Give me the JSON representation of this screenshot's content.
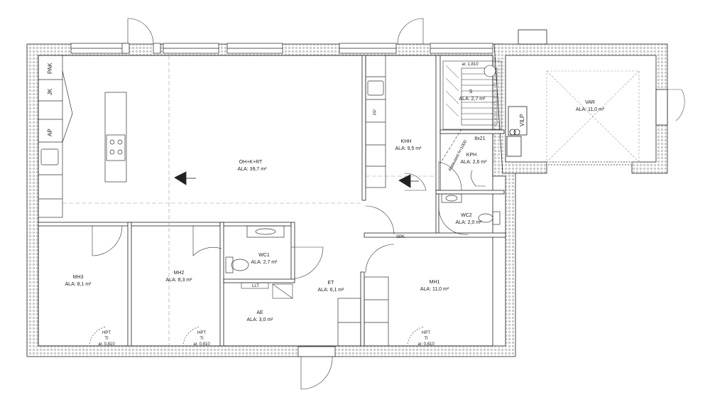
{
  "rooms": {
    "ohkrt": {
      "name": "OH+K+RT",
      "area": "ALA: 39,7 m²"
    },
    "khh": {
      "name": "KHH",
      "area": "ALA: 9,5 m²"
    },
    "s": {
      "name": "S",
      "area": "ALA: 2,7 m²"
    },
    "kph": {
      "name": "KPH",
      "area": "ALA: 2,6 m²"
    },
    "var": {
      "name": "VAR",
      "area": "ALA: 11,0 m²"
    },
    "wc2": {
      "name": "WC2",
      "area": "ALA: 2,0 m²"
    },
    "wc1": {
      "name": "WC1",
      "area": "ALA: 2,7 m²"
    },
    "mh3": {
      "name": "MH3",
      "area": "ALA: 8,1 m²"
    },
    "mh2": {
      "name": "MH2",
      "area": "ALA: 8,3 m²"
    },
    "et": {
      "name": "ET",
      "area": "ALA: 6,1 m²"
    },
    "ae": {
      "name": "AE",
      "area": "ALA: 3,0 m²"
    },
    "mh1": {
      "name": "MH1",
      "area": "ALA: 11,0 m²"
    }
  },
  "labels": {
    "pak": "PAK",
    "jk": "JK",
    "ap": "AP",
    "ar_sauna": "ar. 1,810",
    "lauteet": "Alalauteet h=1000",
    "size_8x21": "8x21",
    "vilp": "VILP",
    "spk": "SPK",
    "llt": "LLT",
    "pp": "PP"
  },
  "hatches": [
    {
      "name": "HPT",
      "sub": "TI",
      "size": "ar. 0,810"
    },
    {
      "name": "HPT",
      "sub": "TI",
      "size": "ar. 0,810"
    },
    {
      "name": "HPT",
      "sub": "TI",
      "size": "ar. 0,810"
    }
  ]
}
